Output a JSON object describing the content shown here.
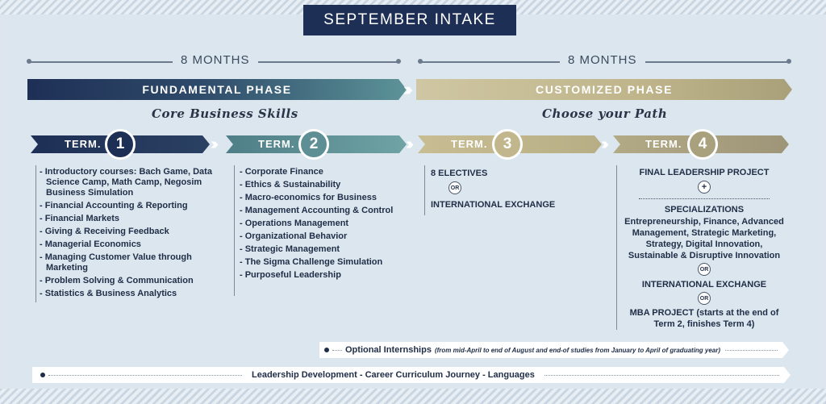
{
  "header": {
    "title": "SEPTEMBER INTAKE"
  },
  "durations": [
    "8 MONTHS",
    "8 MONTHS"
  ],
  "phases": [
    {
      "label": "FUNDAMENTAL PHASE",
      "subtitle": "Core Business Skills"
    },
    {
      "label": "CUSTOMIZED PHASE",
      "subtitle": "Choose your Path"
    }
  ],
  "terms": [
    {
      "label": "TERM.",
      "number": "1"
    },
    {
      "label": "TERM.",
      "number": "2"
    },
    {
      "label": "TERM.",
      "number": "3"
    },
    {
      "label": "TERM.",
      "number": "4"
    }
  ],
  "term1_items": [
    "- Introductory courses: Bach Game, Data Science Camp, Math Camp, Negosim Business Simulation",
    "- Financial Accounting & Reporting",
    "- Financial Markets",
    "- Giving & Receiving Feedback",
    "- Managerial Economics",
    "- Managing Customer Value through Marketing",
    "- Problem Solving & Communication",
    "- Statistics & Business Analytics"
  ],
  "term2_items": [
    "- Corporate Finance",
    "- Ethics & Sustainability",
    "- Macro-economics for Business",
    "- Management Accounting & Control",
    "- Operations Management",
    "- Organizational Behavior",
    "- Strategic Management",
    "- The Sigma Challenge Simulation",
    "- Purposeful Leadership"
  ],
  "term3": {
    "electives": "8 ELECTIVES",
    "or": "OR",
    "exchange": "INTERNATIONAL EXCHANGE"
  },
  "term4": {
    "final_project": "FINAL LEADERSHIP PROJECT",
    "plus": "+",
    "specializations_title": "SPECIALIZATIONS",
    "specializations_text": "Entrepreneurship, Finance, Advanced Management, Strategic Marketing, Strategy, Digital Innovation, Sustainable & Disruptive Innovation",
    "or": "OR",
    "exchange": "INTERNATIONAL EXCHANGE",
    "mba_project": "MBA PROJECT (starts at the end of Term 2, finishes Term 4)"
  },
  "internships": {
    "title": "Optional Internships",
    "detail": "(from mid-April to end of August and end-of studies from January to April of graduating year)"
  },
  "leadership_bar": "Leadership Development - Career Curriculum Journey - Languages"
}
